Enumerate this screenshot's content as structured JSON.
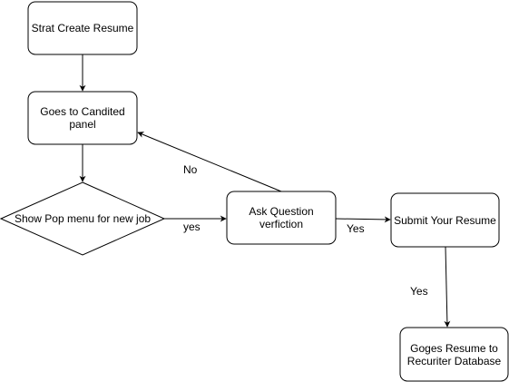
{
  "colors": {
    "stroke": "#000000",
    "fill": "#ffffff",
    "text": "#000000"
  },
  "nodes": {
    "start": {
      "label": "Strat Create Resume"
    },
    "candidate_panel": {
      "label": "Goes to Candited panel"
    },
    "popup_menu": {
      "label": "Show Pop menu for new job"
    },
    "ask_question": {
      "label": "Ask Question verfiction"
    },
    "submit_resume": {
      "label": "Submit Your Resume"
    },
    "recruiter_db": {
      "label": "Goges Resume to Recuriter Database"
    }
  },
  "edges": {
    "popup_to_ask": {
      "label": "yes"
    },
    "ask_to_panel": {
      "label": "No"
    },
    "ask_to_submit": {
      "label": "Yes"
    },
    "submit_to_db": {
      "label": "Yes"
    }
  }
}
